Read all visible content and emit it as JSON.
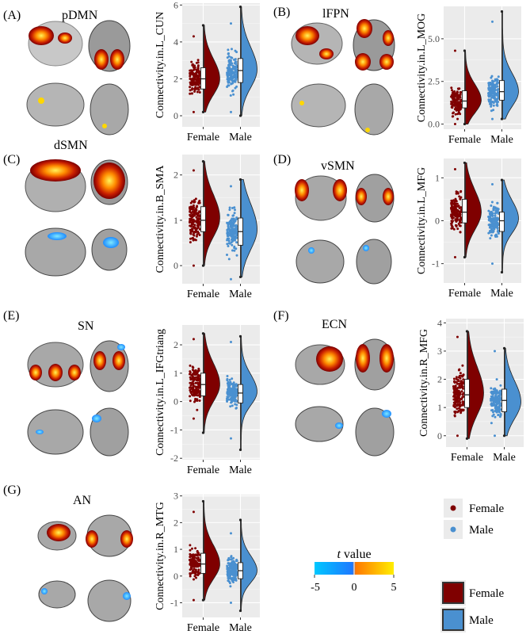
{
  "colors": {
    "female": "#7f0000",
    "male": "#4a90d0",
    "panel_bg": "#ebebeb"
  },
  "legend": {
    "female": "Female",
    "male": "Male"
  },
  "colorbar": {
    "title_italic": "t",
    "title_rest": " value",
    "ticks": [
      "-5",
      "0",
      "5"
    ],
    "stops": [
      "#00c8ff",
      "#1e78ff",
      "#ff7800",
      "#ffee00"
    ]
  },
  "chart_data": [
    {
      "panel": "(A)",
      "network": "pDMN",
      "type": "violin",
      "ylabel": "Connectivity.in.L_CUN",
      "categories": [
        "Female",
        "Male"
      ],
      "ylim": [
        -0.6,
        6.1
      ],
      "yticks": [
        0,
        2,
        4,
        6
      ],
      "series": [
        {
          "name": "Female",
          "median": 2.0,
          "q1": 1.45,
          "q3": 2.6,
          "min": 0.2,
          "max": 4.9,
          "mode": 2.0,
          "pts_min": 0.2,
          "pts_max": 4.3
        },
        {
          "name": "Male",
          "median": 2.45,
          "q1": 1.8,
          "q3": 3.1,
          "min": 0.0,
          "max": 5.9,
          "mode": 2.5,
          "pts_min": 0.2,
          "pts_max": 5.0
        }
      ]
    },
    {
      "panel": "(B)",
      "network": "lFPN",
      "type": "violin",
      "ylabel": "Connectivity.in.L_MOG",
      "categories": [
        "Female",
        "Male"
      ],
      "ylim": [
        -0.3,
        6.9
      ],
      "yticks": [
        0.0,
        2.5,
        5.0
      ],
      "ytick_labels": [
        "0.0",
        "2.5",
        "5.0"
      ],
      "series": [
        {
          "name": "Female",
          "median": 1.35,
          "q1": 0.95,
          "q3": 1.95,
          "min": 0.0,
          "max": 4.3,
          "mode": 1.4,
          "pts_min": 0.0,
          "pts_max": 4.3
        },
        {
          "name": "Male",
          "median": 1.9,
          "q1": 1.4,
          "q3": 2.55,
          "min": 0.3,
          "max": 6.6,
          "mode": 1.9,
          "pts_min": 0.3,
          "pts_max": 6.0
        }
      ]
    },
    {
      "panel": "(C)",
      "network": "dSMN",
      "type": "violin",
      "ylabel": "Connectivity.in.B_SMA",
      "categories": [
        "Female",
        "Male"
      ],
      "ylim": [
        -0.4,
        2.45
      ],
      "yticks": [
        0,
        1,
        2
      ],
      "series": [
        {
          "name": "Female",
          "median": 1.0,
          "q1": 0.75,
          "q3": 1.3,
          "min": 0.0,
          "max": 2.3,
          "mode": 1.05,
          "pts_min": 0.0,
          "pts_max": 2.1
        },
        {
          "name": "Male",
          "median": 0.75,
          "q1": 0.45,
          "q3": 1.05,
          "min": -0.25,
          "max": 1.9,
          "mode": 0.8,
          "pts_min": -0.3,
          "pts_max": 1.75
        }
      ]
    },
    {
      "panel": "(D)",
      "network": "vSMN",
      "type": "violin",
      "ylabel": "Connectivity.in.L_MFG",
      "categories": [
        "Female",
        "Male"
      ],
      "ylim": [
        -1.45,
        1.45
      ],
      "yticks": [
        -1,
        0,
        1
      ],
      "series": [
        {
          "name": "Female",
          "median": 0.2,
          "q1": -0.05,
          "q3": 0.5,
          "min": -0.85,
          "max": 1.35,
          "mode": 0.2,
          "pts_min": -0.85,
          "pts_max": 1.2
        },
        {
          "name": "Male",
          "median": 0.0,
          "q1": -0.25,
          "q3": 0.2,
          "min": -1.2,
          "max": 0.95,
          "mode": 0.05,
          "pts_min": -1.0,
          "pts_max": 0.85
        }
      ]
    },
    {
      "panel": "(E)",
      "network": "SN",
      "type": "violin",
      "ylabel": "Connectivity.in.L_IFGtriang",
      "categories": [
        "Female",
        "Male"
      ],
      "ylim": [
        -2.05,
        2.7
      ],
      "yticks": [
        -2,
        -1,
        0,
        1,
        2
      ],
      "series": [
        {
          "name": "Female",
          "median": 0.6,
          "q1": 0.2,
          "q3": 1.0,
          "min": -1.1,
          "max": 2.4,
          "mode": 0.6,
          "pts_min": -0.6,
          "pts_max": 2.2
        },
        {
          "name": "Male",
          "median": 0.3,
          "q1": -0.05,
          "q3": 0.6,
          "min": -1.7,
          "max": 2.3,
          "mode": 0.35,
          "pts_min": -1.3,
          "pts_max": 2.1
        }
      ]
    },
    {
      "panel": "(F)",
      "network": "ECN",
      "type": "violin",
      "ylabel": "Connectivity.in.R_MFG",
      "categories": [
        "Female",
        "Male"
      ],
      "ylim": [
        -0.4,
        4.15
      ],
      "yticks": [
        0,
        1,
        2,
        3,
        4
      ],
      "series": [
        {
          "name": "Female",
          "median": 1.45,
          "q1": 1.0,
          "q3": 2.0,
          "min": -0.1,
          "max": 3.7,
          "mode": 1.5,
          "pts_min": 0.0,
          "pts_max": 3.5
        },
        {
          "name": "Male",
          "median": 1.25,
          "q1": 0.85,
          "q3": 1.65,
          "min": 0.0,
          "max": 3.1,
          "mode": 1.2,
          "pts_min": 0.0,
          "pts_max": 3.0
        }
      ]
    },
    {
      "panel": "(G)",
      "network": "AN",
      "type": "violin",
      "ylabel": "Connectivity.in.R_MTG",
      "categories": [
        "Female",
        "Male"
      ],
      "ylim": [
        -1.55,
        3.05
      ],
      "yticks": [
        -1,
        0,
        1,
        2,
        3
      ],
      "series": [
        {
          "name": "Female",
          "median": 0.45,
          "q1": 0.1,
          "q3": 0.85,
          "min": -0.9,
          "max": 2.8,
          "mode": 0.45,
          "pts_min": -0.9,
          "pts_max": 2.4
        },
        {
          "name": "Male",
          "median": 0.2,
          "q1": -0.1,
          "q3": 0.5,
          "min": -1.3,
          "max": 2.1,
          "mode": 0.2,
          "pts_min": -1.0,
          "pts_max": 1.6
        }
      ]
    }
  ]
}
